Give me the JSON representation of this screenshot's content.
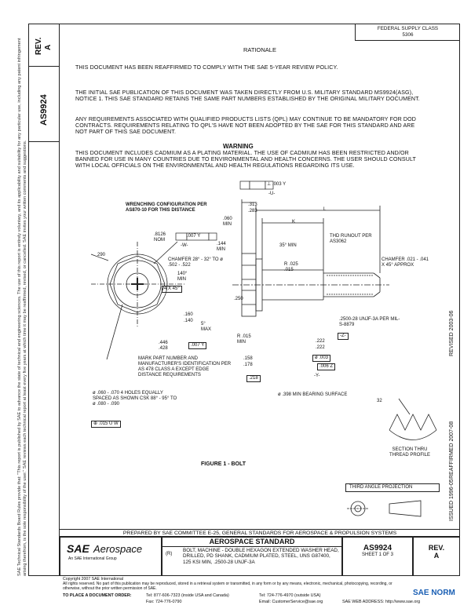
{
  "header": {
    "rev_label": "REV.",
    "rev_value": "A",
    "doc_number": "AS9924",
    "federal_class_line1": "FEDERAL SUPPLY CLASS",
    "federal_class_line2": "5306"
  },
  "rationale": {
    "title": "RATIONALE",
    "text": "THIS DOCUMENT HAS BEEN REAFFIRMED TO COMPLY WITH THE SAE 5-YEAR REVIEW POLICY."
  },
  "paragraphs": [
    "THE INITIAL SAE PUBLICATION OF THIS DOCUMENT WAS TAKEN DIRECTLY FROM U.S. MILITARY STANDARD MS9924(ASG), NOTICE 1. THIS SAE STANDARD RETAINS THE SAME PART NUMBERS ESTABLISHED BY THE ORIGINAL MILITARY DOCUMENT.",
    "ANY REQUIREMENTS ASSOCIATED WITH QUALIFIED PRODUCTS LISTS (QPL) MAY CONTINUE TO BE MANDATORY FOR DOD CONTRACTS. REQUIREMENTS RELATING TO QPL'S HAVE NOT BEEN ADOPTED BY THE SAE FOR THIS STANDARD AND ARE NOT PART OF THIS SAE DOCUMENT."
  ],
  "warning": {
    "title": "WARNING",
    "text": "THIS DOCUMENT INCLUDES CADMIUM AS A PLATING MATERIAL. THE USE OF CADMIUM HAS BEEN RESTRICTED AND/OR BANNED FOR USE IN MANY COUNTRIES DUE TO ENVIRONMENTAL AND HEALTH CONCERNS. THE USER SHOULD CONSULT WITH LOCAL OFFICIALS ON THE ENVIRONMENTAL AND HEALTH REGULATIONS REGARDING ITS USE."
  },
  "drawing": {
    "wrenching": "WRENCHING CONFIGURATION PER AS870-10 FOR THIS DISTANCE",
    "nom": ".8126 NOM",
    "w_box": ".007 Y",
    "w_label": "-W-",
    "dim_290": "290",
    "dim_060": ".060 MIN",
    "dim_313": ".313",
    "dim_283": ".283",
    "dim_144": ".144 MIN",
    "chamfer_top": "CHAMFER 28° - 32° TO ø .502 - .522",
    "dim_140": "140° MIN",
    "dim_4x45": "4 X 45°",
    "dim_250": ".250",
    "dim_160": ".160",
    "dim_140b": ".140",
    "dim_5deg": "5° MAX",
    "r_015": "R .015 MIN",
    "dim_446": ".446 .428",
    "box_007y": ".007 Y",
    "mark": "MARK PART NUMBER AND MANUFACTURER'S IDENTIFICATION PER AS 478 CLASS A EXCEPT EDGE DISTANCE REQUIREMENTS",
    "dim_158": ".158",
    "dim_178": ".178",
    "dim_218": ".218",
    "holes": "ø .060 - .070 4 HOLES EQUALLY SPACED AS SHOWN CSK 88° - 95° TO ø .080 - .090",
    "holes_box": ".015 U W",
    "datum_u": "-U-",
    "u_box": ".003 Y",
    "l_label": "L",
    "k_label": "K",
    "deg_35": "35° MIN",
    "r_025": "R .025 .015",
    "runout": "THD RUNOUT PER AS3062",
    "chamfer_right": "CHAMFER .021 - .041 X 45° APPROX",
    "thread": ".2500-28 UNJF-3A PER MIL-S-8879",
    "datum_z": "-Z-",
    "dim_222": ".222",
    "dim_222b": ".222",
    "box_003": ".003",
    "box_006z": ".006 Z",
    "datum_y": "-Y-",
    "bearing": "ø .398 MIN BEARING SURFACE",
    "dim_32": "32",
    "section": "SECTION THRU THREAD PROFILE",
    "figure": "FIGURE 1 - BOLT",
    "third_angle": "THIRD ANGLE PROJECTION"
  },
  "side_stamps": {
    "reaffirmed": "REAFFIRMED 2007-08",
    "revised": "REVISED 2003-06",
    "issued": "ISSUED 1996-05"
  },
  "left_notice": "SAE Technical Standards Board Rules provide that: \"This report is published by SAE to advance the state of technical and engineering sciences. The use of this report is entirely voluntary, and its applicability and suitability for any particular use, including any patent infringement arising therefrom, is the sole responsibility of the user.\" SAE reviews each technical report at least every five years at which time it may be reaffirmed, revised, or cancelled. SAE invites your written comments and suggestions.",
  "title_block": {
    "prepared": "PREPARED BY SAE COMMITTEE E-25, GENERAL STANDARDS FOR AEROSPACE & PROPULSION SYSTEMS",
    "logo_sae": "SAE",
    "logo_aero": "Aerospace",
    "logo_sub": "An SAE International Group",
    "std_title": "AEROSPACE STANDARD",
    "r_mark": "(R)",
    "description": "BOLT, MACHINE - DOUBLE HEXAGON EXTENDED WASHER HEAD, DRILLED, PD SHANK, CADMIUM PLATED, STEEL, UNS G87400, 125 KSI MIN, .2500-28 UNJF-3A",
    "number": "AS9924",
    "sheet": "SHEET 1 OF 3",
    "rev_label": "REV.",
    "rev_value": "A"
  },
  "footer": {
    "copyright": "Copyright 2007 SAE International",
    "rights": "All rights reserved. No part of this publication may be reproduced, stored in a retrieval system or transmitted, in any form or by any means, electronic, mechanical, photocopying, recording, or otherwise, without the prior written permission of SAE.",
    "order_label": "TO PLACE A DOCUMENT ORDER:",
    "tel1": "Tel: 877-606-7323 (inside USA and Canada)",
    "tel2": "Tel: 724-776-4970 (outside USA)",
    "fax": "Fax: 724-776-0790",
    "email": "Email: CustomerService@sae.org",
    "web": "SAE WEB ADDRESS: http://www.sae.org",
    "watermark": "SAE NORM"
  }
}
